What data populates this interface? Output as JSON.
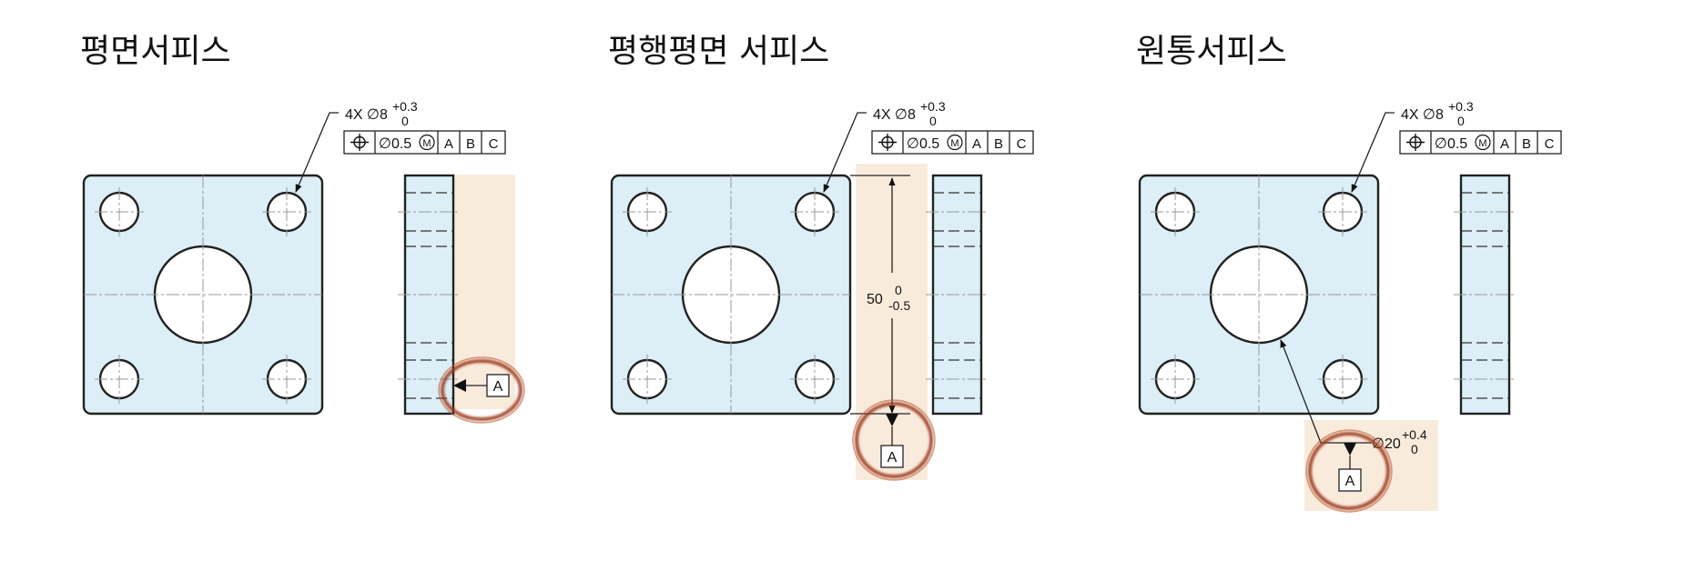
{
  "panels": [
    {
      "title": "평면서피스"
    },
    {
      "title": "평행평면 서피스"
    },
    {
      "title": "원통서피스"
    }
  ],
  "fcf": {
    "hole_note": "4X ∅8",
    "tol_upper": "+0.3",
    "tol_lower": "0",
    "geo_tol": "∅0.5",
    "modifier": "M",
    "datums": [
      "A",
      "B",
      "C"
    ]
  },
  "datum_label": "A",
  "width_dim": {
    "nominal": "50",
    "upper": "0",
    "lower": "-0.5"
  },
  "bore_dim": {
    "nominal": "∅20",
    "upper": "+0.4",
    "lower": "0"
  },
  "colors": {
    "plate": "#dceef6",
    "highlight": "#f9ebdc",
    "ring": "#9b3a1e"
  },
  "icons": {
    "position_symbol": "position-icon",
    "mmc_symbol": "mmc-icon",
    "datum_triangle": "datum-triangle-icon"
  }
}
